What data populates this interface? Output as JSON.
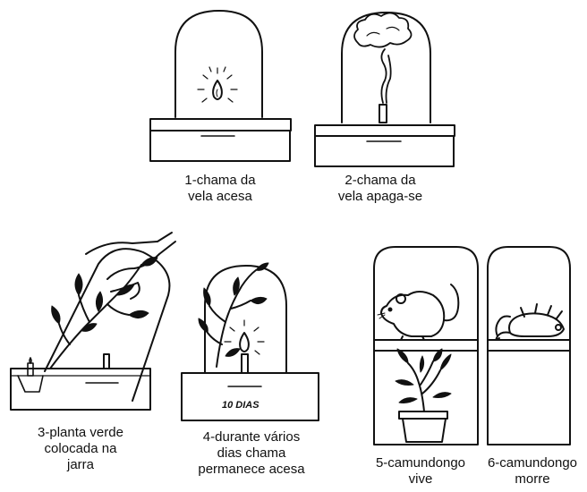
{
  "panels": [
    {
      "id": 1,
      "caption": [
        "1-chama da",
        "vela acesa"
      ]
    },
    {
      "id": 2,
      "caption": [
        "2-chama da",
        "vela apaga-se"
      ]
    },
    {
      "id": 3,
      "caption": [
        "3-planta verde",
        "colocada na",
        "jarra"
      ]
    },
    {
      "id": 4,
      "caption": [
        "4-durante vários",
        "dias chama",
        "permanece acesa"
      ],
      "box_label": "10 DIAS"
    },
    {
      "id": 5,
      "caption": [
        "5-camundongo",
        "vive"
      ]
    },
    {
      "id": 6,
      "caption": [
        "6-camundongo",
        "morre"
      ]
    }
  ],
  "icons": [
    "bell-jar",
    "candle",
    "flame",
    "smoke",
    "plant",
    "hand",
    "mouse",
    "plant-pot"
  ],
  "colors": {
    "ink": "#111111",
    "background": "#ffffff"
  }
}
